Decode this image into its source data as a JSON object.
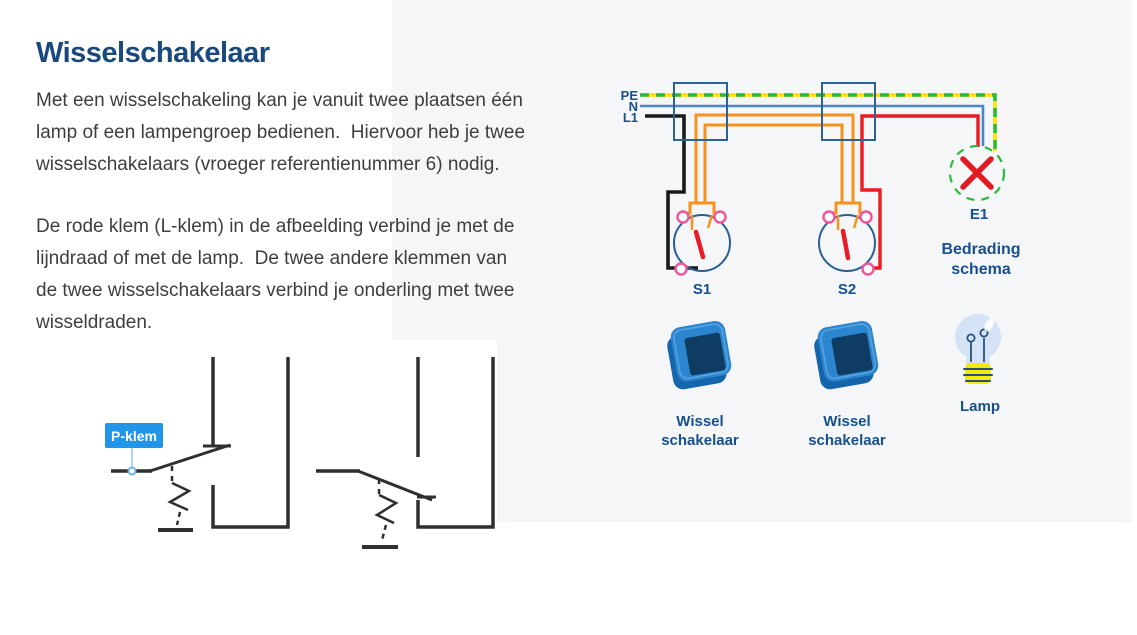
{
  "page": {
    "title": "Wisselschakelaar",
    "intro_lines": [
      "Met een wisselschakeling kan je vanuit twee plaatsen één",
      "lamp of een lampengroep bedienen.  Hiervoor heb je twee",
      "wisselschakelaars (vroeger referentienummer 6) nodig."
    ],
    "body_lines": [
      "De rode klem (L-klem) in de afbeelding verbind je met de",
      "lijndraad of met de lamp.  De twee andere klemmen van",
      "de twee wisselschakelaars verbind je onderling met twee",
      "wisseldraden."
    ]
  },
  "wiring": {
    "label_pe": "PE",
    "label_n": "N",
    "label_l1": "L1",
    "lamp_id": "E1",
    "switch1_id": "S1",
    "switch2_id": "S2",
    "caption_line1": "Bedrading",
    "caption_line2": "schema"
  },
  "legend": {
    "switch_caption_line1": "Wissel",
    "switch_caption_line2": "schakelaar",
    "lamp_caption": "Lamp"
  },
  "schematic": {
    "p_klem_label": "P-klem"
  },
  "colors": {
    "accent_blue": "#17508c",
    "title_blue": "#1a4a7d",
    "body_text": "#3e3e3e",
    "panel_gray": "#f5f6f7",
    "wire_pe_yellow": "#ffe000",
    "wire_pe_green": "#2eb83d",
    "wire_n_blue": "#4a86c8",
    "wire_l1_black": "#1a1a1a",
    "wire_traveler_orange": "#f6921e",
    "wire_red": "#e81c24",
    "terminal_pink": "#f0559b",
    "box_outline_blue": "#2a6496",
    "switch_icon_blue": "#2c86cf",
    "switch_icon_dark": "#0f3c63",
    "bulb_glass_blue": "#d4e3f6",
    "bulb_base_yellow": "#f2ea0a",
    "chip_blue": "#2196e8"
  }
}
